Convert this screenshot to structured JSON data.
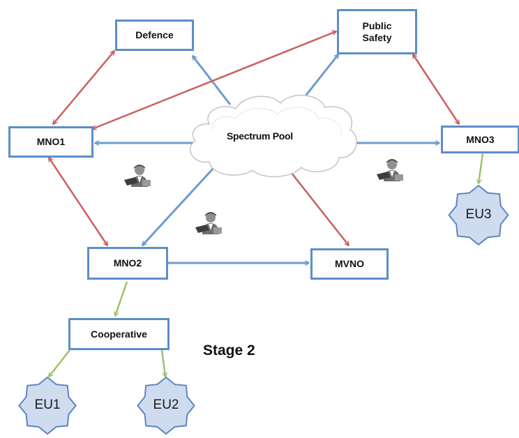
{
  "nodes": {
    "defence": "Defence",
    "public_safety": "Public\nSafety",
    "mno1": "MNO1",
    "mno2": "MNO2",
    "mno3": "MNO3",
    "mvno": "MVNO",
    "cooperative": "Cooperative",
    "spectrum_pool": "Spectrum Pool"
  },
  "end_users": {
    "eu1": "EU1",
    "eu2": "EU2",
    "eu3": "EU3"
  },
  "stage_label": "Stage 2",
  "icons": [
    "person-at-laptop-icon",
    "person-at-laptop-icon",
    "person-at-laptop-icon"
  ],
  "colors": {
    "box_border": "#5b8ec9",
    "blue_arrow": "#6d9bd1",
    "red_arrow": "#c9605d",
    "green_arrow": "#9dc16a",
    "eu_fill": "#cfdcef",
    "eu_stroke": "#5d86c0"
  }
}
